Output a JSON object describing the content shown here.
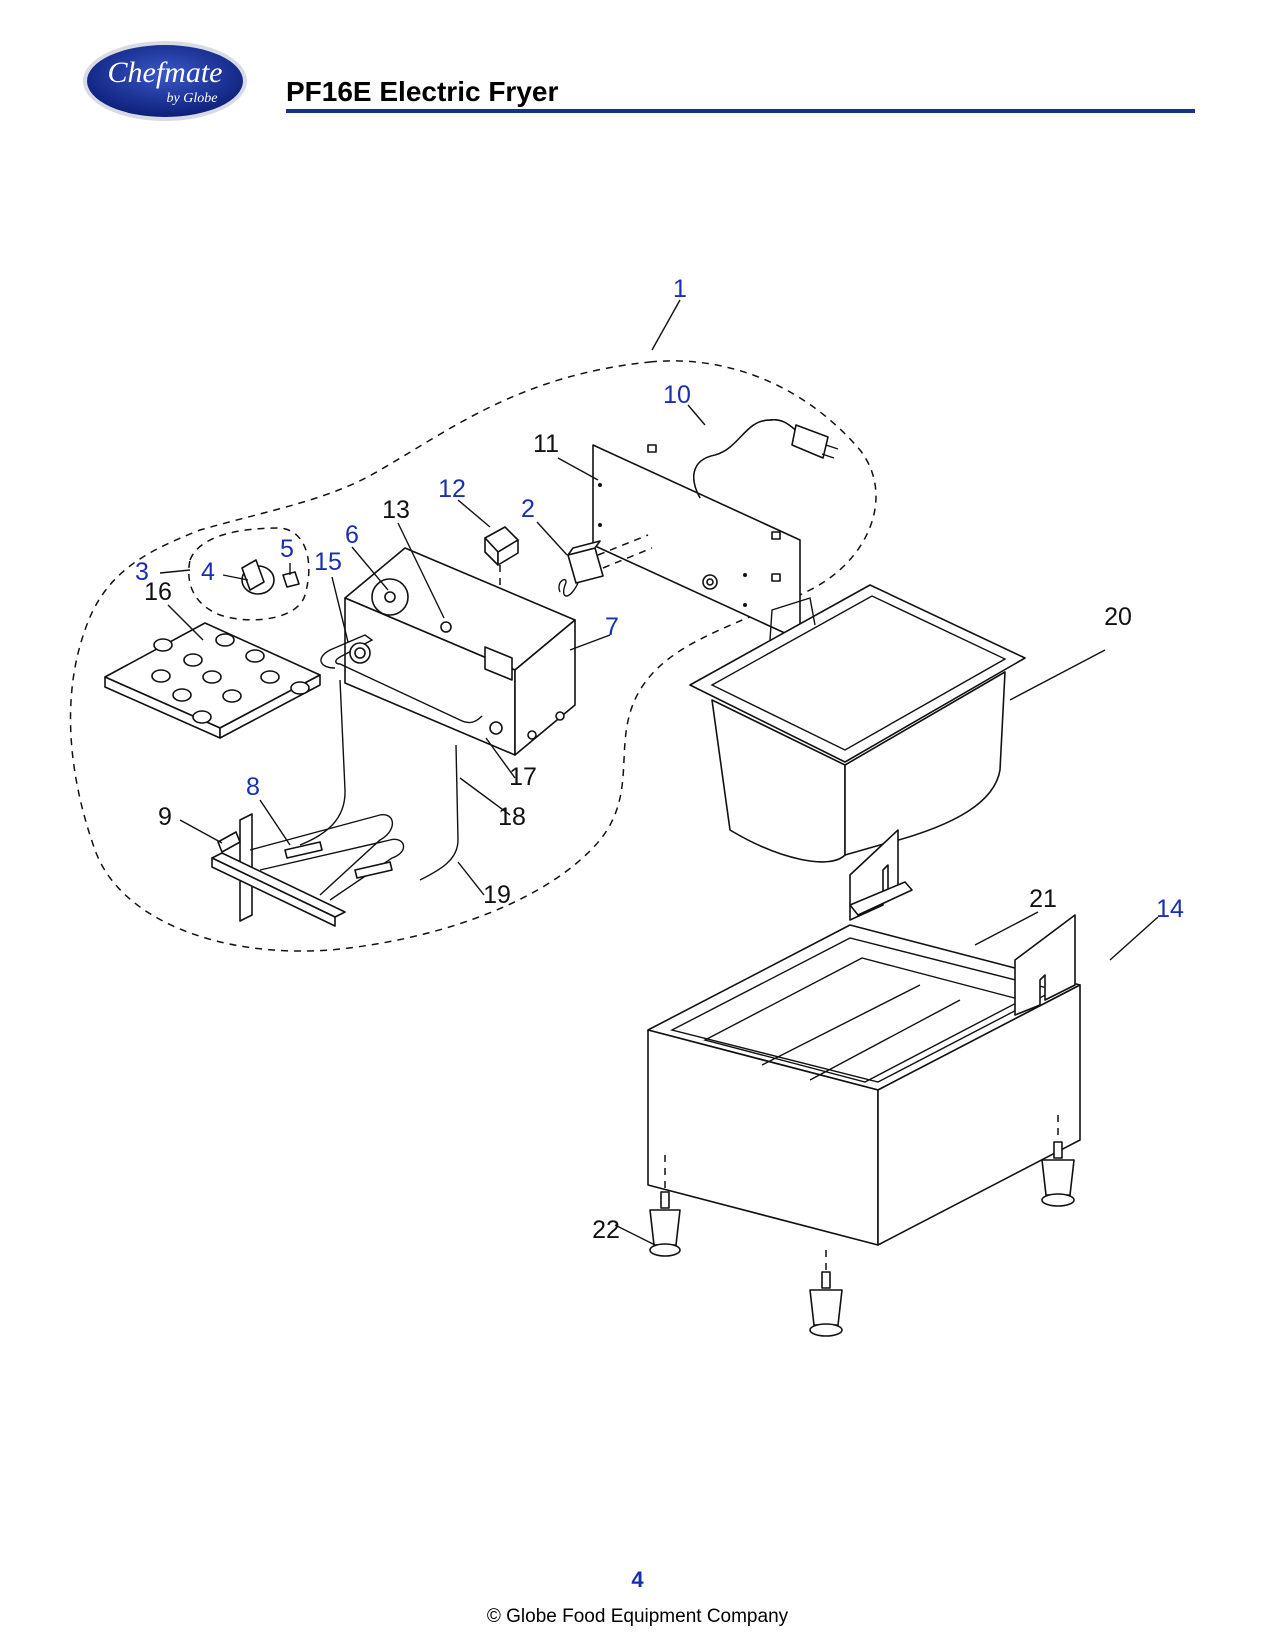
{
  "header": {
    "logo_text": "Chefmate",
    "logo_subtext": "by Globe",
    "title": "PF16E Electric Fryer"
  },
  "diagram": {
    "callouts": [
      {
        "id": "c1",
        "text": "1",
        "color": "blue"
      },
      {
        "id": "c2",
        "text": "2",
        "color": "blue"
      },
      {
        "id": "c3",
        "text": "3",
        "color": "blue"
      },
      {
        "id": "c4",
        "text": "4",
        "color": "blue"
      },
      {
        "id": "c5",
        "text": "5",
        "color": "blue"
      },
      {
        "id": "c6",
        "text": "6",
        "color": "blue"
      },
      {
        "id": "c7",
        "text": "7",
        "color": "blue"
      },
      {
        "id": "c8",
        "text": "8",
        "color": "blue"
      },
      {
        "id": "c9",
        "text": "9",
        "color": "black"
      },
      {
        "id": "c10",
        "text": "10",
        "color": "blue"
      },
      {
        "id": "c11",
        "text": "11",
        "color": "black"
      },
      {
        "id": "c12",
        "text": "12",
        "color": "blue"
      },
      {
        "id": "c13",
        "text": "13",
        "color": "black"
      },
      {
        "id": "c14",
        "text": "14",
        "color": "blue"
      },
      {
        "id": "c15",
        "text": "15",
        "color": "blue"
      },
      {
        "id": "c16",
        "text": "16",
        "color": "black"
      },
      {
        "id": "c17",
        "text": "17",
        "color": "black"
      },
      {
        "id": "c18",
        "text": "18",
        "color": "black"
      },
      {
        "id": "c19",
        "text": "19",
        "color": "black"
      },
      {
        "id": "c20",
        "text": "20",
        "color": "black"
      },
      {
        "id": "c21",
        "text": "21",
        "color": "black"
      },
      {
        "id": "c22",
        "text": "22",
        "color": "black"
      }
    ]
  },
  "footer": {
    "page_number": "4",
    "copyright": "© Globe Food Equipment Company"
  },
  "colors": {
    "brand_blue": "#1a2e8c",
    "callout_blue": "#1a2eb0",
    "line_black": "#111111"
  }
}
